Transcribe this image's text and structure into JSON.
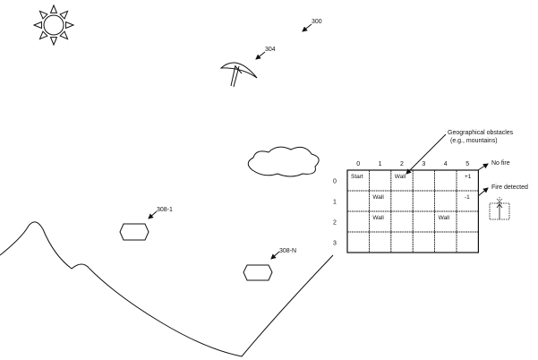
{
  "labels": {
    "figure_ref": "300",
    "drone_ref": "304",
    "sensor_1_ref": "308-1",
    "sensor_n_ref": "308-N",
    "obstacles_note": "Geographical obstacles",
    "obstacles_note_2": "(e.g., mountains)",
    "no_fire": "No fire",
    "fire_detected": "Fire detected"
  },
  "grid": {
    "col_headers": [
      "0",
      "1",
      "2",
      "3",
      "4",
      "5"
    ],
    "row_headers": [
      "0",
      "1",
      "2",
      "3"
    ],
    "cells": [
      [
        "Start",
        "",
        "Wall",
        "",
        "",
        "+1"
      ],
      [
        "",
        "Wall",
        "",
        "",
        "",
        "-1"
      ],
      [
        "",
        "Wall",
        "",
        "",
        "Wall",
        ""
      ],
      [
        "",
        "",
        "",
        "",
        "",
        ""
      ]
    ]
  },
  "colors": {
    "ink": "#111111",
    "background": "#ffffff"
  }
}
